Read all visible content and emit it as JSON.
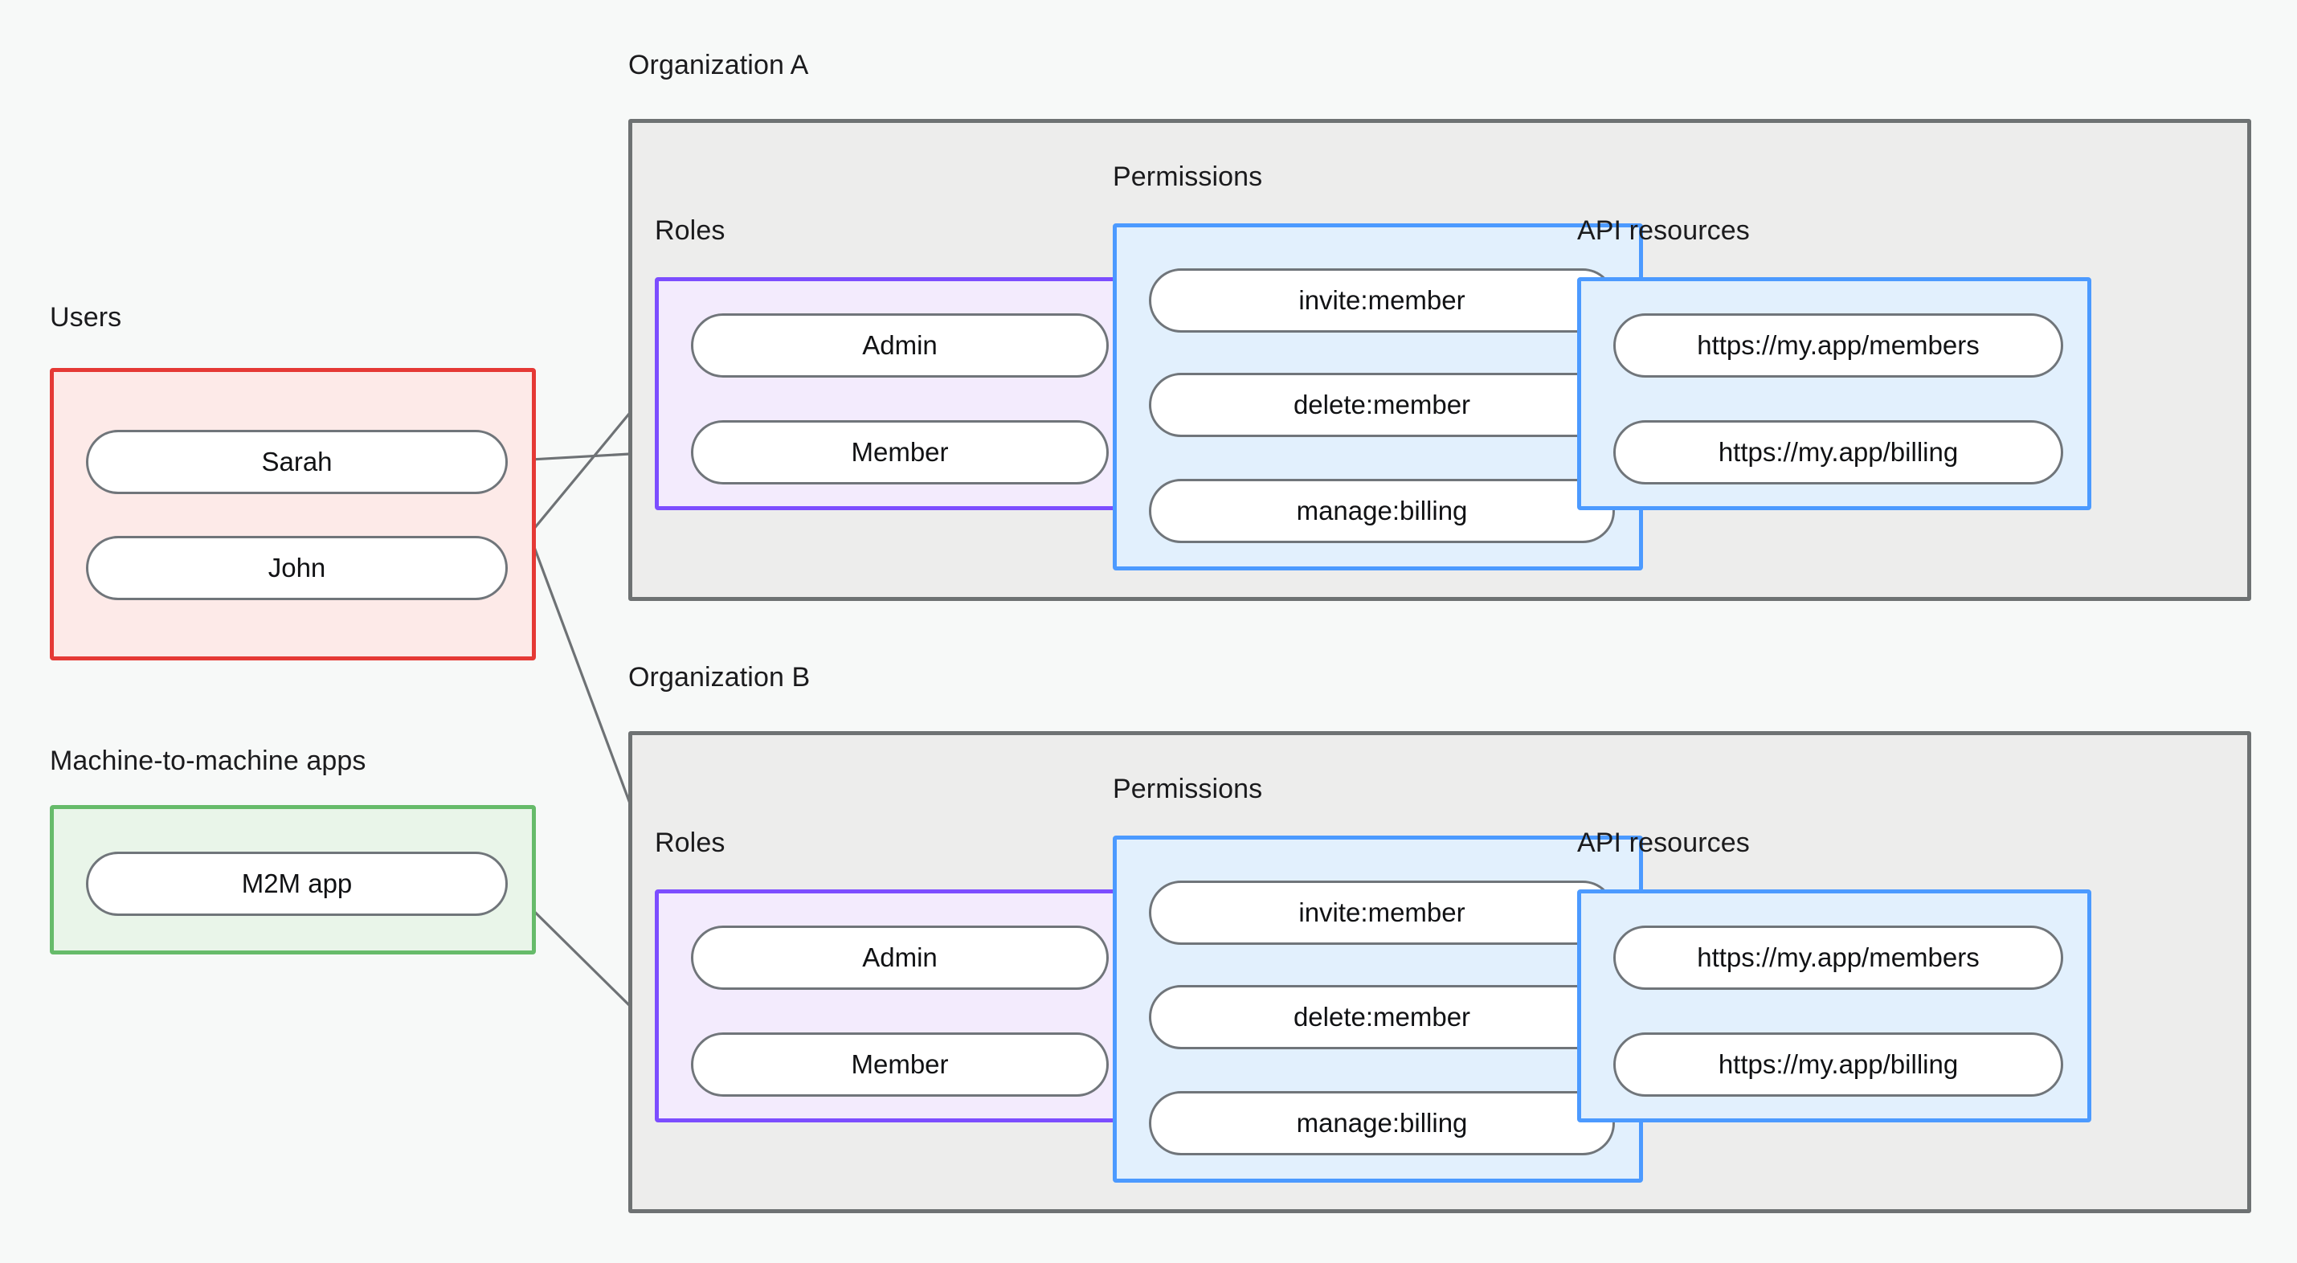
{
  "diagram": {
    "title": "Organization authorization model",
    "background_color": "#F7F9F8"
  },
  "palette": {
    "users_border": "#E53935",
    "users_fill": "#FDEAE8",
    "m2m_border": "#66BB6A",
    "m2m_fill": "#E9F5E9",
    "org_border": "#6E7273",
    "org_fill": "#EDEDEC",
    "roles_border": "#7C4DFF",
    "roles_fill": "#F3EBFD",
    "permissions_border": "#4C9AFF",
    "permissions_fill": "#E2F0FD",
    "api_border": "#4C9AFF",
    "api_fill": "#E2F0FD",
    "node_border": "#70757A",
    "node_fill": "#FFFFFF",
    "edge": "#6E7275"
  },
  "captions": {
    "users": "Users",
    "m2m": "Machine-to-machine apps",
    "org_a": "Organization A",
    "org_b": "Organization B",
    "roles_a": "Roles",
    "permissions_a": "Permissions",
    "api_a": "API resources",
    "roles_b": "Roles",
    "permissions_b": "Permissions",
    "api_b": "API resources"
  },
  "users": {
    "label": "Users",
    "items": [
      {
        "label": "Sarah"
      },
      {
        "label": "John"
      }
    ]
  },
  "m2m_apps": {
    "label": "Machine-to-machine apps",
    "items": [
      {
        "label": "M2M app"
      }
    ]
  },
  "organizations": [
    {
      "name": "Organization A",
      "roles": {
        "label": "Roles",
        "items": [
          {
            "label": "Admin"
          },
          {
            "label": "Member"
          }
        ]
      },
      "permissions": {
        "label": "Permissions",
        "items": [
          {
            "label": "invite:member"
          },
          {
            "label": "delete:member"
          },
          {
            "label": "manage:billing"
          }
        ]
      },
      "api_resources": {
        "label": "API resources",
        "items": [
          {
            "label": "https://my.app/members"
          },
          {
            "label": "https://my.app/billing"
          }
        ]
      }
    },
    {
      "name": "Organization B",
      "roles": {
        "label": "Roles",
        "items": [
          {
            "label": "Admin"
          },
          {
            "label": "Member"
          }
        ]
      },
      "permissions": {
        "label": "Permissions",
        "items": [
          {
            "label": "invite:member"
          },
          {
            "label": "delete:member"
          },
          {
            "label": "manage:billing"
          }
        ]
      },
      "api_resources": {
        "label": "API resources",
        "items": [
          {
            "label": "https://my.app/members"
          },
          {
            "label": "https://my.app/billing"
          }
        ]
      }
    }
  ],
  "connections": [
    {
      "from": "users.John",
      "to": "orgA.roles.Admin"
    },
    {
      "from": "users.Sarah",
      "to": "orgA.roles.Member"
    },
    {
      "from": "users.Sarah",
      "to": "orgB.roles.Admin"
    },
    {
      "from": "m2m.M2M app",
      "to": "orgB.roles.Member"
    },
    {
      "from": "orgA.roles.Admin",
      "to": "orgA.permissions.invite:member"
    },
    {
      "from": "orgA.roles.Admin",
      "to": "orgA.permissions.delete:member"
    },
    {
      "from": "orgA.roles.Member",
      "to": "orgA.permissions.manage:billing"
    },
    {
      "from": "orgA.permissions.invite:member",
      "to": "orgA.api.https://my.app/members"
    },
    {
      "from": "orgA.permissions.delete:member",
      "to": "orgA.api.https://my.app/members"
    },
    {
      "from": "orgA.permissions.manage:billing",
      "to": "orgA.api.https://my.app/billing"
    },
    {
      "from": "orgB.roles.Admin",
      "to": "orgB.permissions.invite:member"
    },
    {
      "from": "orgB.roles.Admin",
      "to": "orgB.permissions.delete:member"
    },
    {
      "from": "orgB.roles.Member",
      "to": "orgB.permissions.manage:billing"
    },
    {
      "from": "orgB.permissions.invite:member",
      "to": "orgB.api.https://my.app/members"
    },
    {
      "from": "orgB.permissions.delete:member",
      "to": "orgB.api.https://my.app/members"
    },
    {
      "from": "orgB.permissions.manage:billing",
      "to": "orgB.api.https://my.app/billing"
    }
  ]
}
